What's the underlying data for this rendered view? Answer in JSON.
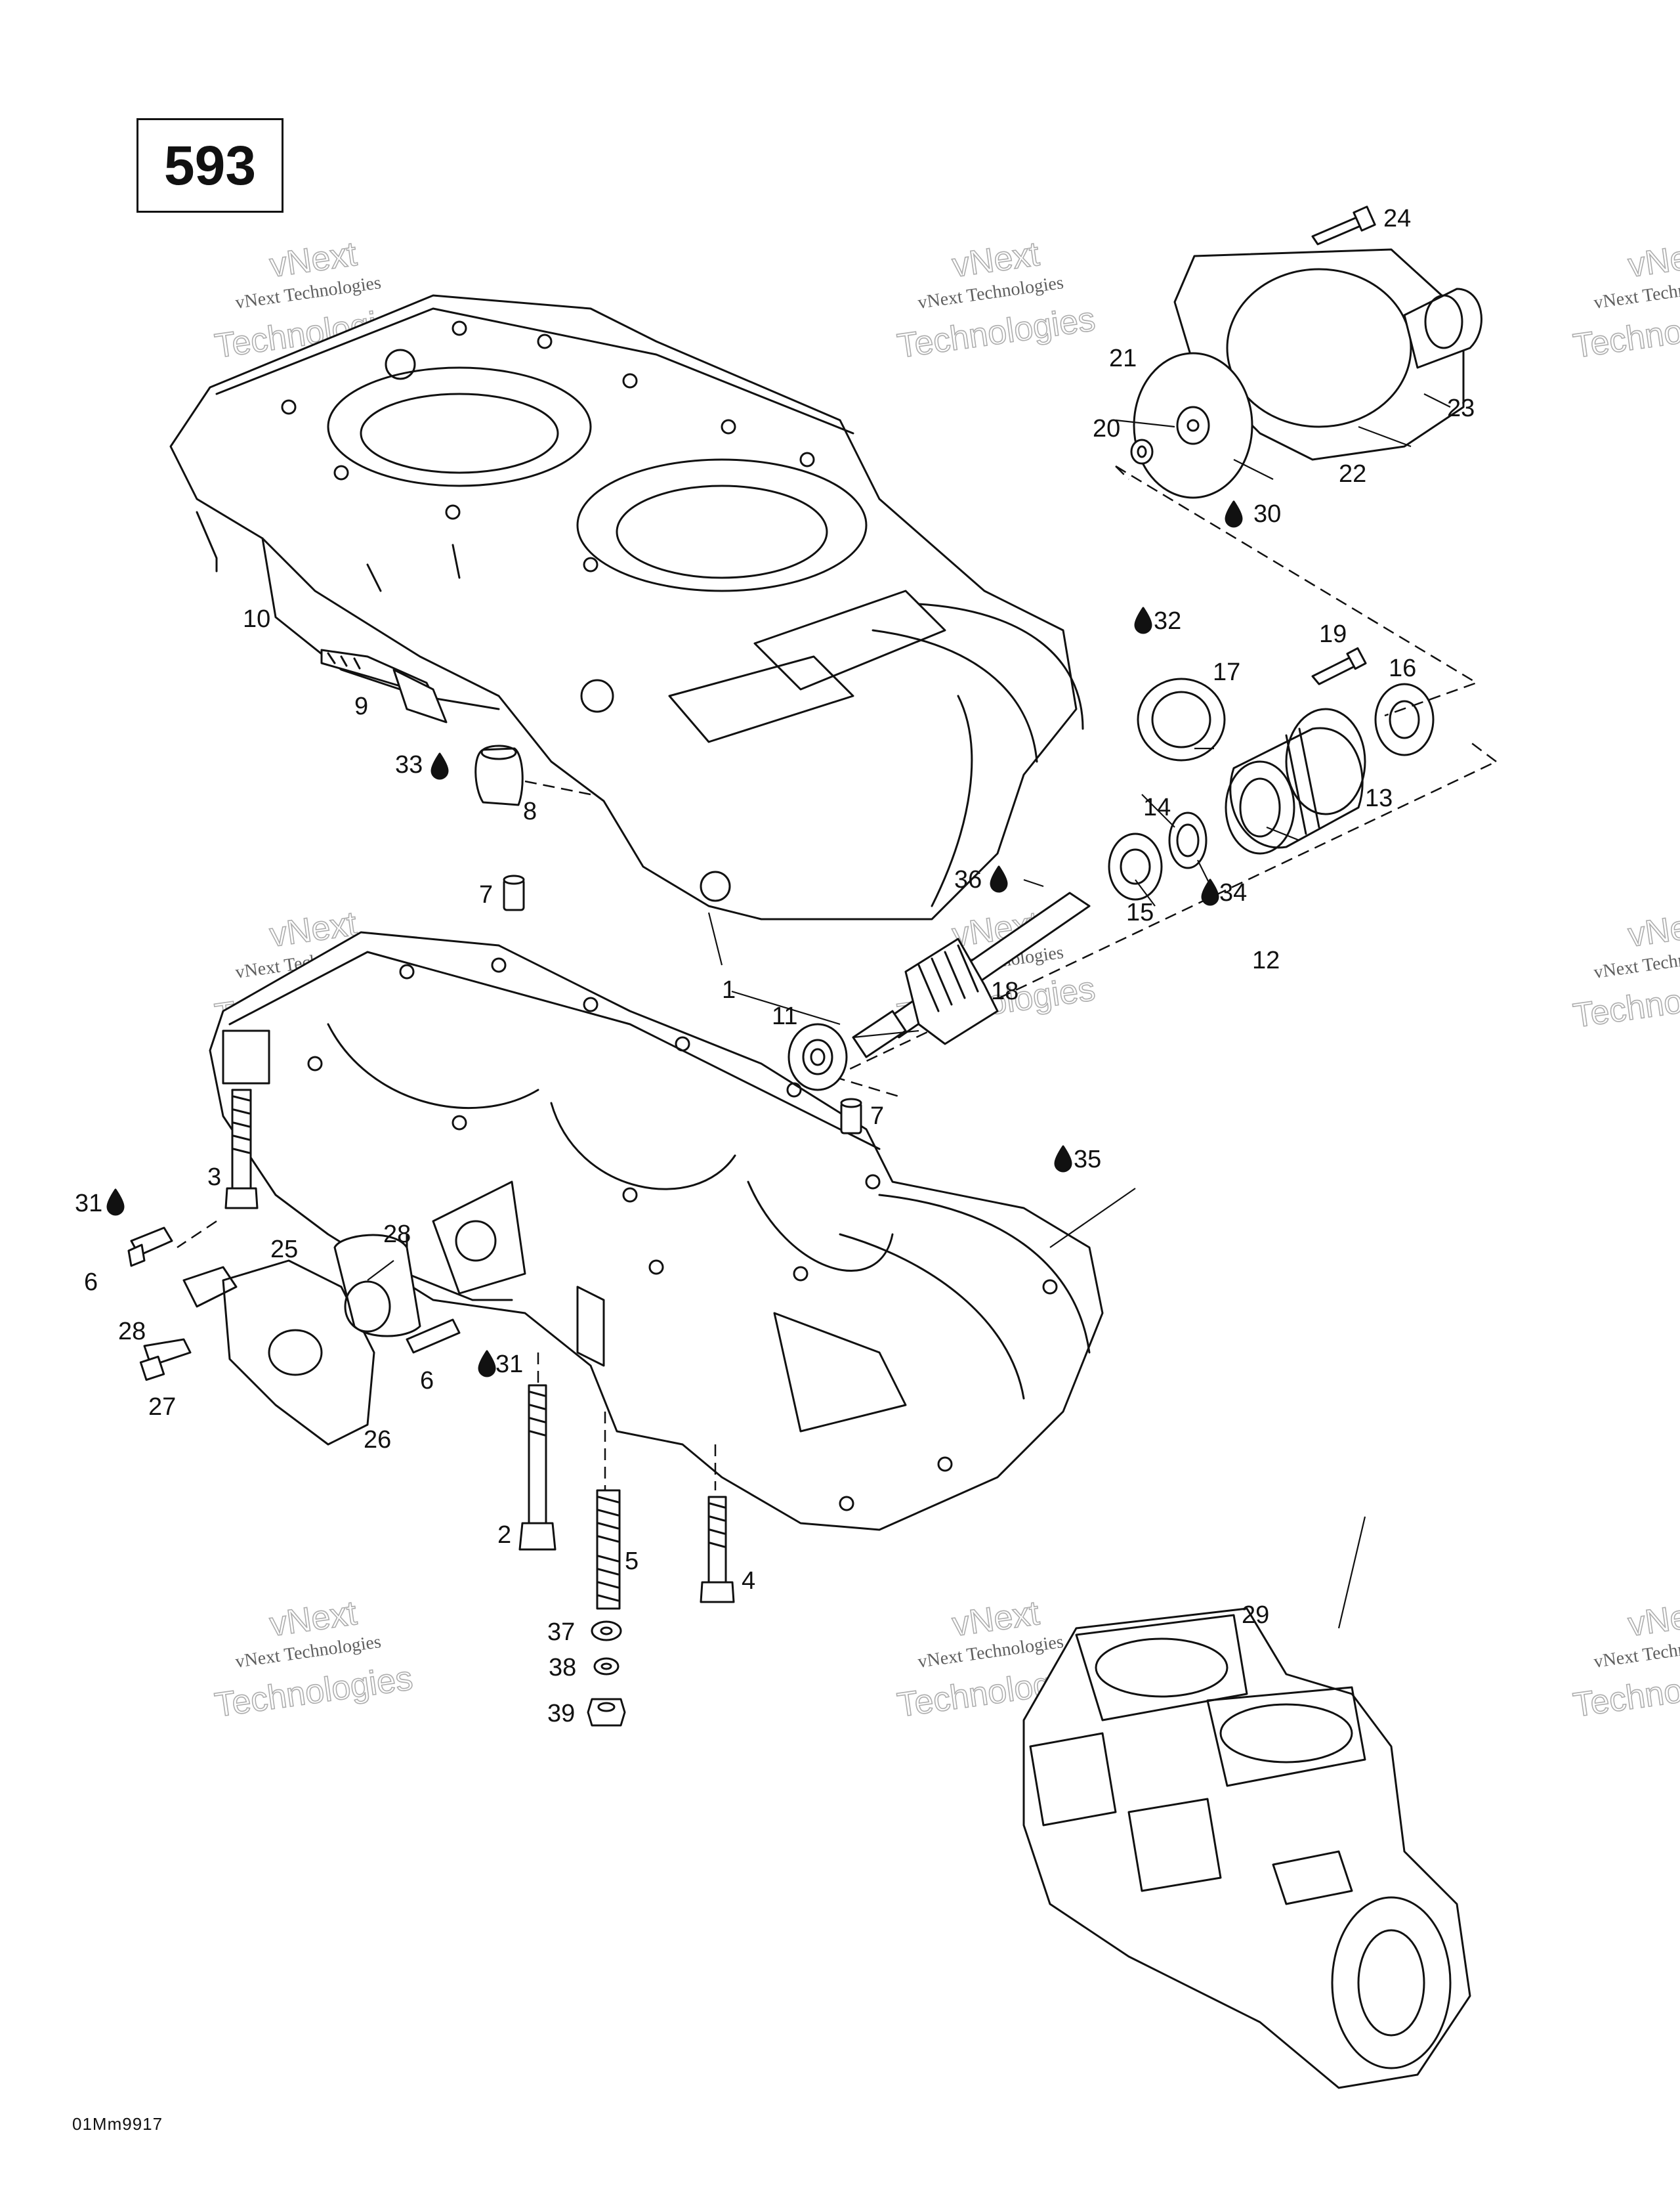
{
  "diagram_code": "593",
  "drawing_id": "01Mm9917",
  "watermark": {
    "line1": "vNext",
    "line2": "vNext Technologies",
    "line3": "Technologies"
  },
  "part_labels": [
    "1",
    "2",
    "3",
    "4",
    "5",
    "6",
    "6",
    "7",
    "7",
    "8",
    "9",
    "10",
    "11",
    "12",
    "13",
    "14",
    "15",
    "16",
    "17",
    "18",
    "19",
    "20",
    "21",
    "22",
    "23",
    "24",
    "25",
    "26",
    "27",
    "28",
    "28",
    "29",
    "30",
    "31",
    "31",
    "32",
    "33",
    "34",
    "35",
    "36",
    "37",
    "38",
    "39"
  ]
}
